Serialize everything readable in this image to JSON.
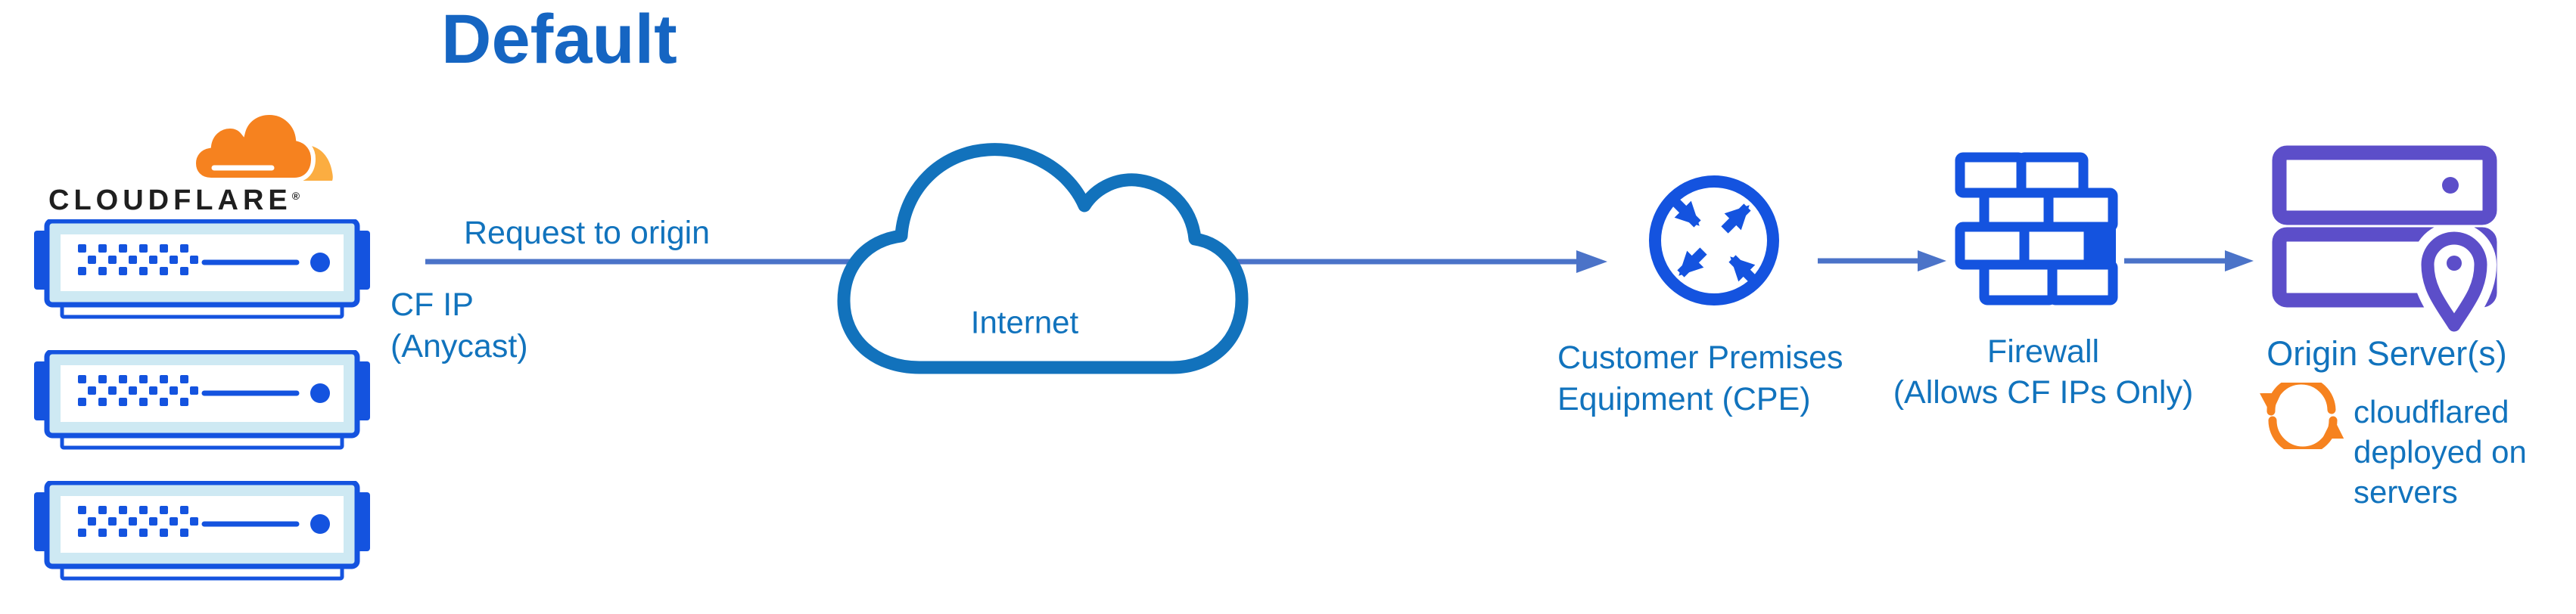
{
  "title": "Default",
  "colors": {
    "title_blue": "#1565c2",
    "label_blue": "#1173bd",
    "cloud_blue": "#1272bc",
    "icon_blue": "#1453df",
    "arrow_blue": "#4b73c8",
    "orange": "#f6821f",
    "orange_light": "#fbad41",
    "purple": "#5c4ec9",
    "wordmark_black": "#1f1f1f",
    "server_frame": "#cee9f3"
  },
  "cloudflare": {
    "wordmark": "CLOUDFLARE",
    "registered_mark": "®"
  },
  "edge": {
    "request_label": "Request to origin",
    "ip_lines": [
      "CF IP",
      "(Anycast)"
    ]
  },
  "internet": {
    "label": "Internet"
  },
  "cpe": {
    "label_lines": [
      "Customer Premises",
      "Equipment (CPE)"
    ]
  },
  "firewall": {
    "label_lines": [
      "Firewall",
      "(Allows CF IPs Only)"
    ]
  },
  "origin": {
    "label": "Origin Server(s)",
    "note_lines": [
      "cloudflared",
      "deployed on",
      "servers"
    ]
  }
}
